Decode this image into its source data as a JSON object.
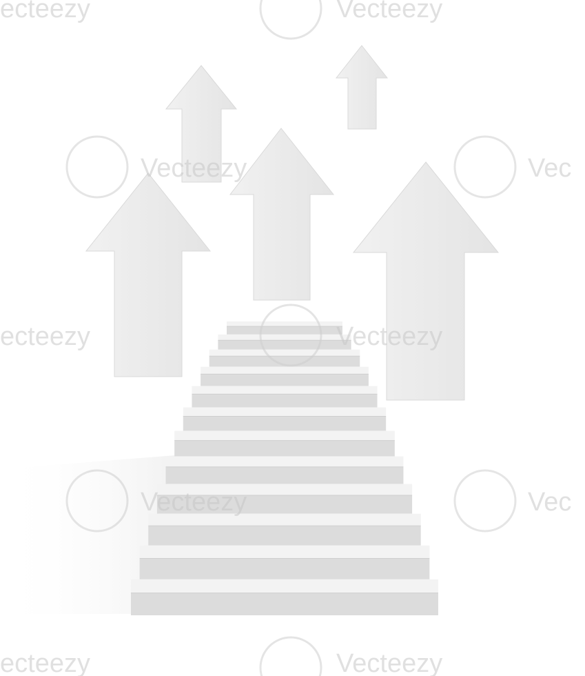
{
  "scene": {
    "subject": "white staircase leading up toward floating arrows",
    "arrow_count": 5,
    "step_count": 12,
    "colors": {
      "background": "#ffffff",
      "arrow_face": "#eeeeee",
      "arrow_shade": "#d6d6d6",
      "step_tread": "#f3f3f3",
      "step_riser": "#dcdcdc",
      "shadow": "#e9e9e9"
    }
  },
  "watermark": {
    "text": "Vecteezy",
    "text_fragment_left": "ecteezy",
    "text_fragment_right": "Vec"
  }
}
